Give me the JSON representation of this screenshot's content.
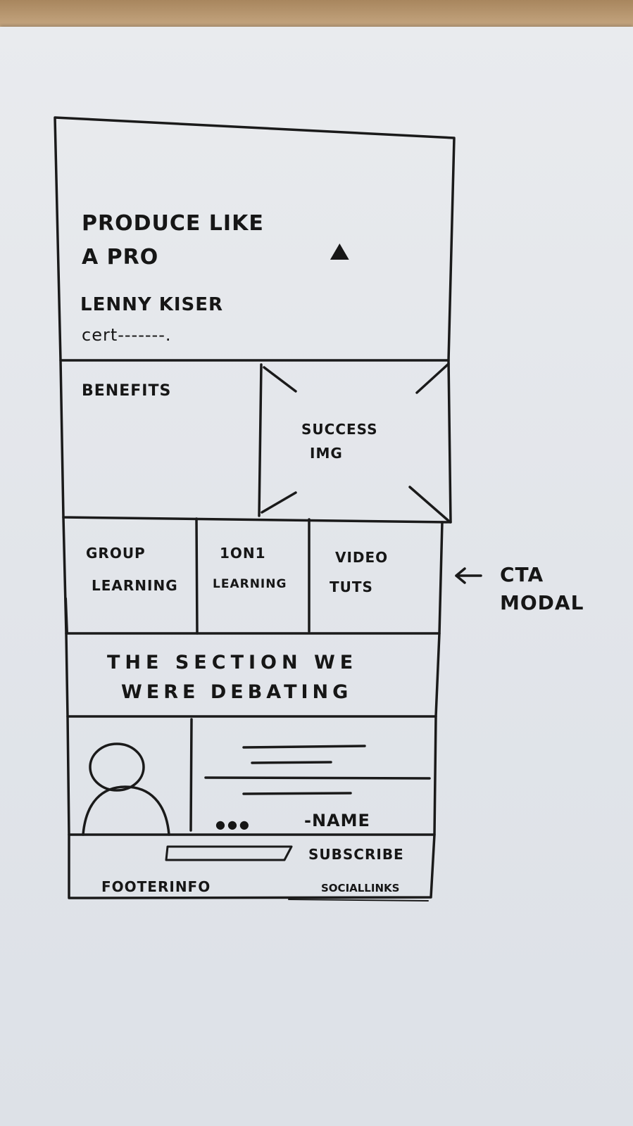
{
  "hero": {
    "title_line1": "PRODUCE LIKE",
    "title_line2": "A PRO",
    "name": "LENNY KISER",
    "subline": "cert-------."
  },
  "benefits": {
    "label": "BENEFITS",
    "image_label_line1": "SUCCESS",
    "image_label_line2": "IMG"
  },
  "cta_cards": [
    {
      "line1": "GROUP",
      "line2": "LEARNING"
    },
    {
      "line1": "1ON1",
      "line2": "LEARNING"
    },
    {
      "line1": "VIDEO",
      "line2": "TUTS"
    }
  ],
  "cta_annotation": {
    "arrow": "←",
    "line1": "CTA",
    "line2": "MODAL"
  },
  "debate_section": {
    "line1": "THE SECTION WE",
    "line2": "WERE DEBATING"
  },
  "testimonial": {
    "name": "-NAME",
    "dots": "●●●"
  },
  "footer": {
    "subscribe": "SUBSCRIBE",
    "info": "FOOTERINFO",
    "social": "SOCIALLINKS"
  }
}
